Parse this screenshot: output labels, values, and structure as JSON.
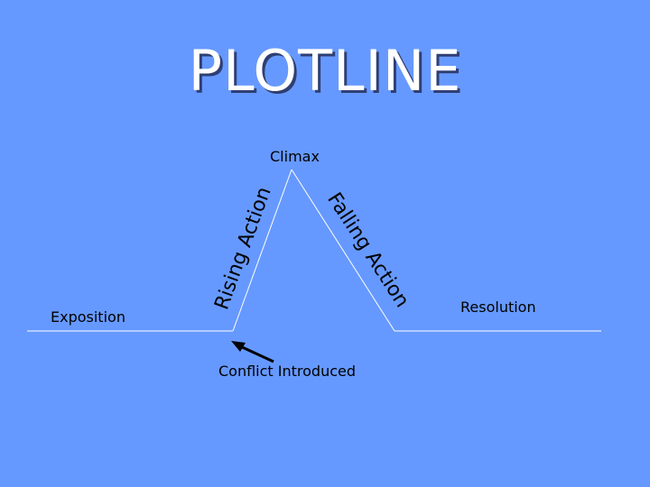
{
  "slide": {
    "title": "PLOTLINE",
    "labels": {
      "climax": "Climax",
      "rising_action": "Rising Action",
      "falling_action": "Falling Action",
      "exposition": "Exposition",
      "resolution": "Resolution",
      "conflict_introduced": "Conflict Introduced"
    },
    "colors": {
      "background": "#6699ff",
      "title": "#ffffff",
      "title_shadow": "#2f3f73",
      "lines": "#ffffff",
      "text": "#000000"
    }
  }
}
